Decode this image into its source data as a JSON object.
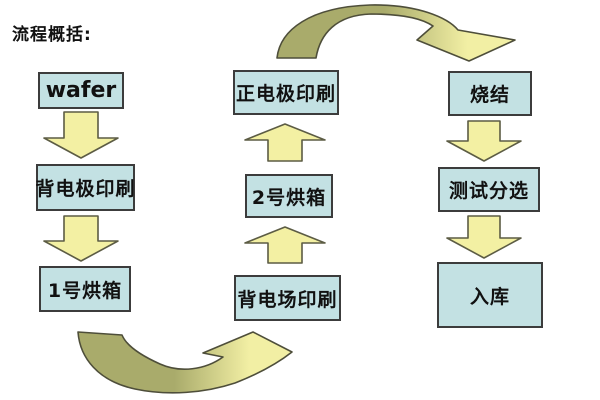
{
  "title": "流程概括:",
  "nodes": {
    "wafer": {
      "label": "wafer"
    },
    "back_electrode_printing": {
      "label": "背电极印刷"
    },
    "oven_1": {
      "label": "1号烘箱"
    },
    "back_field_printing": {
      "label": "背电场印刷"
    },
    "oven_2": {
      "label": "2号烘箱"
    },
    "front_electrode_printing": {
      "label": "正电极印刷"
    },
    "sintering": {
      "label": "烧结"
    },
    "test_sorting": {
      "label": "测试分选"
    },
    "warehousing": {
      "label": "入库"
    }
  },
  "flow_sequence": [
    "wafer",
    "背电极印刷",
    "1号烘箱",
    "背电场印刷",
    "2号烘箱",
    "正电极印刷",
    "烧结",
    "测试分选",
    "入库"
  ],
  "colors": {
    "node_fill": "#c3e1e3",
    "node_border": "#3c3c3c",
    "arrow_fill": "#f3f0a3",
    "arrow_border": "#5c5c44",
    "curved_dark": "#a9ab6b",
    "curved_light": "#f2efa4",
    "text_color": "#111111"
  }
}
